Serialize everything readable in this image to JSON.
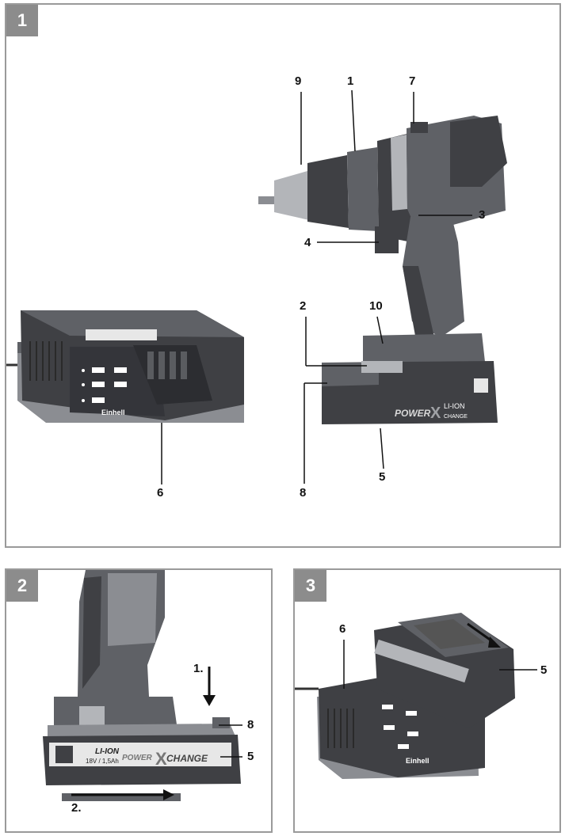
{
  "panels": [
    {
      "number": "1"
    },
    {
      "number": "2"
    },
    {
      "number": "3"
    }
  ],
  "callouts": {
    "p1": [
      "9",
      "1",
      "7",
      "3",
      "4",
      "2",
      "10",
      "8",
      "5",
      "6"
    ],
    "p2": [
      "1.",
      "8",
      "5",
      "2."
    ],
    "p3": [
      "6",
      "5"
    ]
  },
  "product_text": {
    "brand": "Einhell",
    "system_a": "POWER",
    "system_x": "X",
    "system_b": "CHANGE",
    "battery_type": "LI-ION",
    "battery_spec": "18V / 1,5Ah"
  },
  "colors": {
    "frame": "#9a9a9a",
    "badge": "#8c8c8c",
    "tool_dark": "#3f4044",
    "tool_mid": "#5f6166"
  }
}
